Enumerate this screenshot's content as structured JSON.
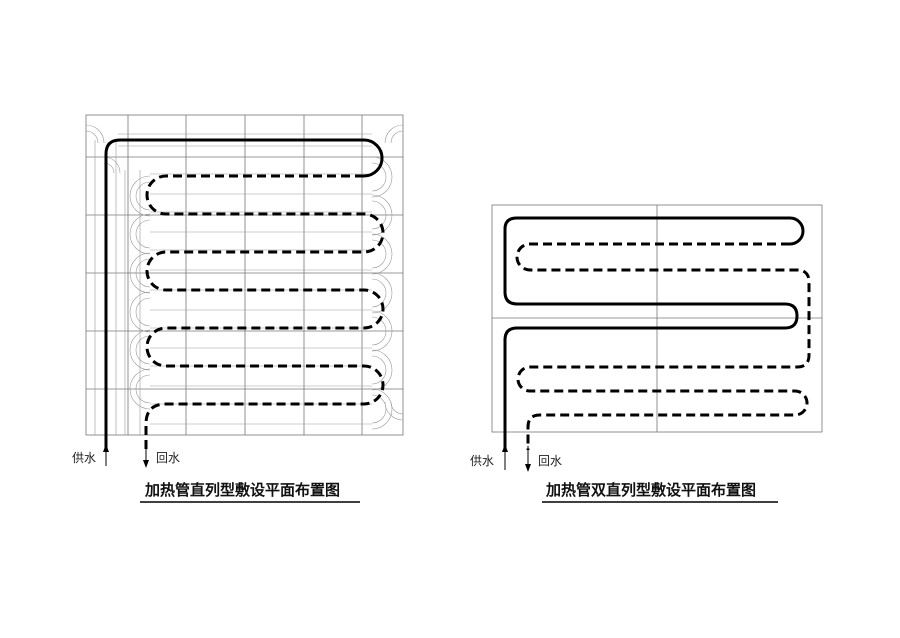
{
  "left_diagram": {
    "title": "加热管直列型敷设平面布置图",
    "supply_label": "供水",
    "return_label": "回水"
  },
  "right_diagram": {
    "title": "加热管双直列型敷设平面布置图",
    "supply_label": "供水",
    "return_label": "回水"
  },
  "colors": {
    "line": "#000000",
    "grid": "#777777",
    "background": "#ffffff"
  }
}
